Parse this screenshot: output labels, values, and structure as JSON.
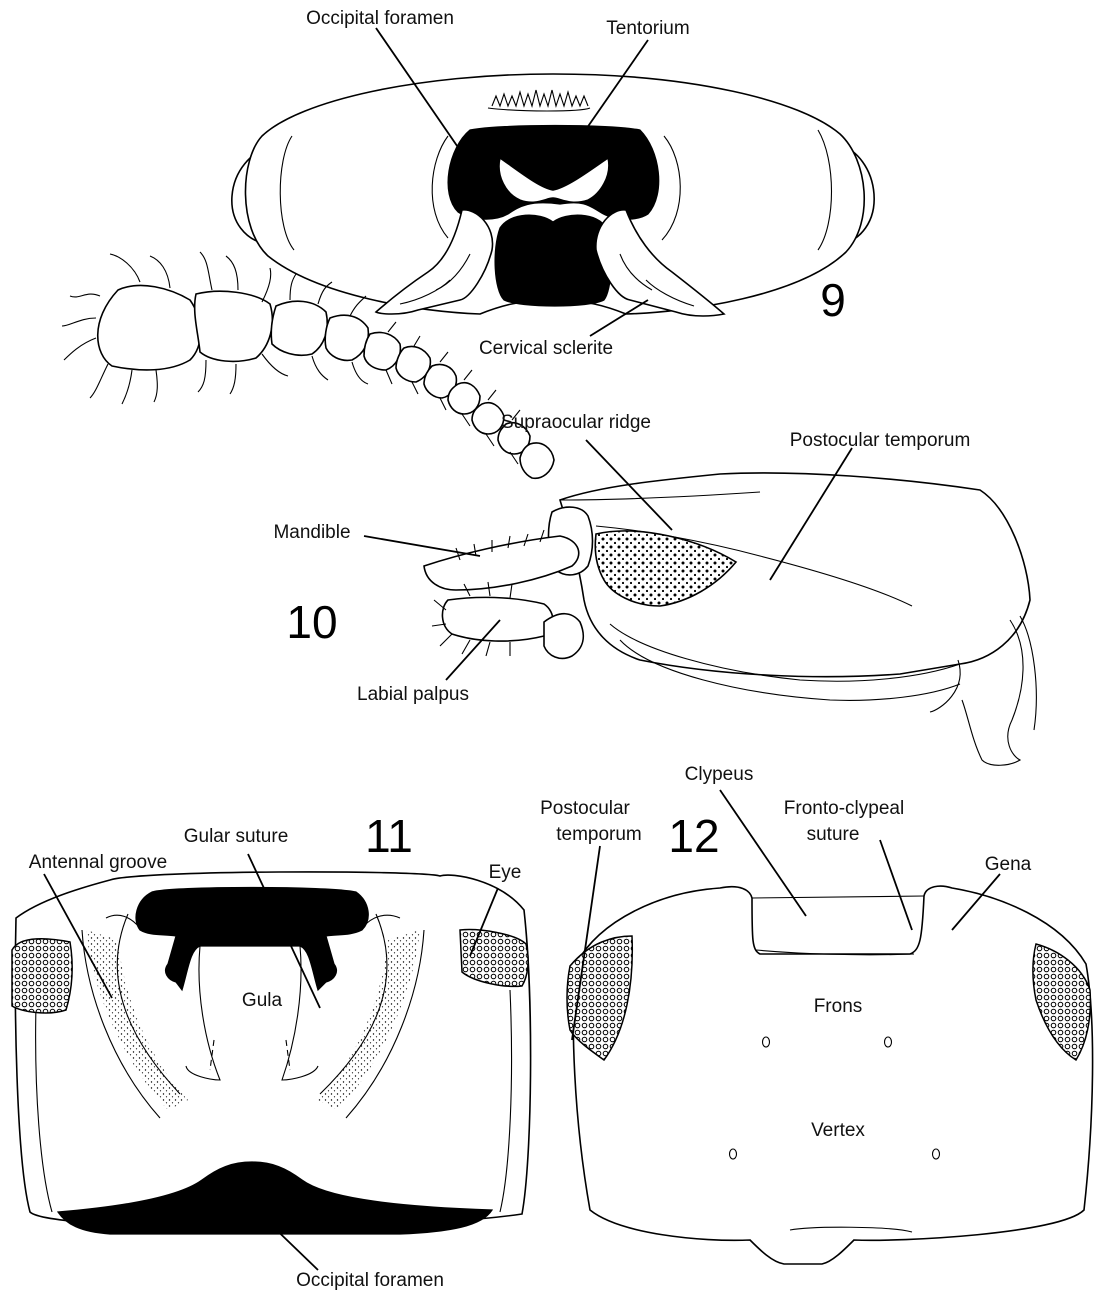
{
  "figures": [
    {
      "number": "9",
      "labels": {
        "occipital_foramen": "Occipital foramen",
        "tentorium": "Tentorium",
        "cervical_sclerite": "Cervical sclerite"
      }
    },
    {
      "number": "10",
      "labels": {
        "supraocular_ridge": "Supraocular ridge",
        "postocular_temporum": "Postocular temporum",
        "mandible": "Mandible",
        "labial_palpus": "Labial palpus"
      }
    },
    {
      "number": "11",
      "labels": {
        "gular_suture": "Gular suture",
        "antennal_groove": "Antennal groove",
        "eye": "Eye",
        "gula": "Gula",
        "occipital_foramen": "Occipital foramen"
      }
    },
    {
      "number": "12",
      "labels": {
        "clypeus": "Clypeus",
        "postocular_temporum_line1": "Postocular",
        "postocular_temporum_line2": "temporum",
        "fronto_clypeal_suture_line1": "Fronto-clypeal",
        "fronto_clypeal_suture_line2": "suture",
        "gena": "Gena",
        "frons": "Frons",
        "vertex": "Vertex"
      }
    }
  ],
  "colors": {
    "ink": "#000000",
    "paper": "#ffffff"
  }
}
